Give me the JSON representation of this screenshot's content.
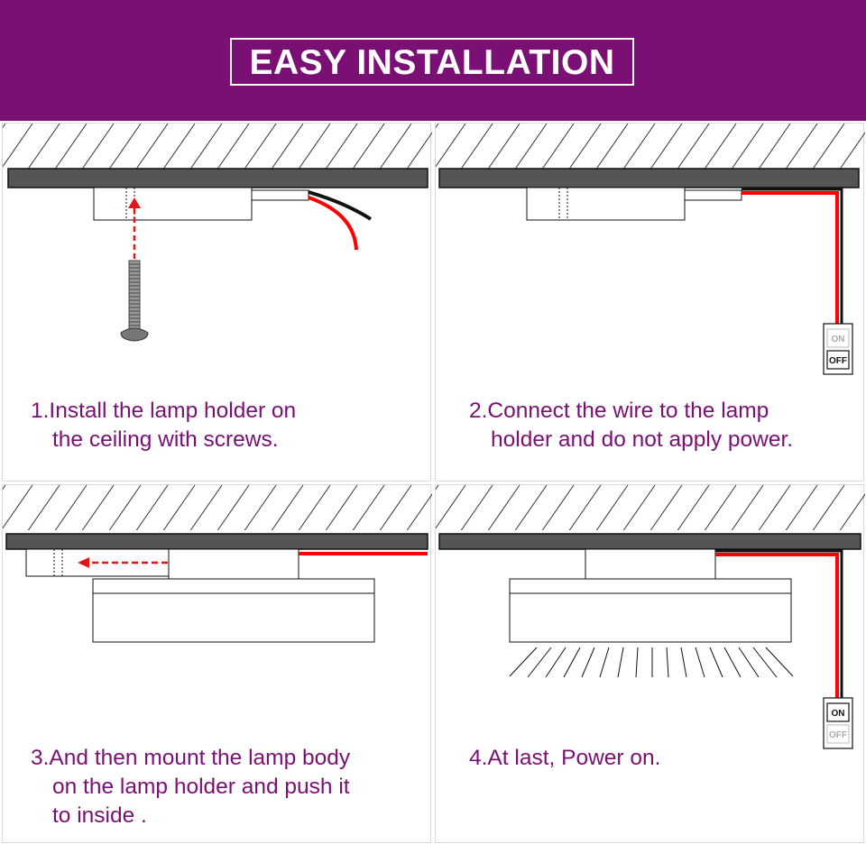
{
  "header": {
    "title": "EASY INSTALLATION"
  },
  "colors": {
    "brand_purple": "#7a1074",
    "ceiling": "#555555",
    "wire_red": "#ff0000",
    "wire_black": "#111111",
    "arrow_red": "#e0161b"
  },
  "steps": [
    {
      "lines": [
        "1.Install the lamp holder on",
        "the ceiling with screws."
      ]
    },
    {
      "lines": [
        "2.Connect the wire to the lamp",
        "holder and do not apply power."
      ],
      "switch": {
        "on": "ON",
        "off": "OFF",
        "state": "off"
      }
    },
    {
      "lines": [
        "3.And then mount the lamp body",
        "on the lamp holder and push it",
        "to inside ."
      ]
    },
    {
      "lines": [
        "4.At last, Power on."
      ],
      "switch": {
        "on": "ON",
        "off": "OFF",
        "state": "on"
      }
    }
  ]
}
